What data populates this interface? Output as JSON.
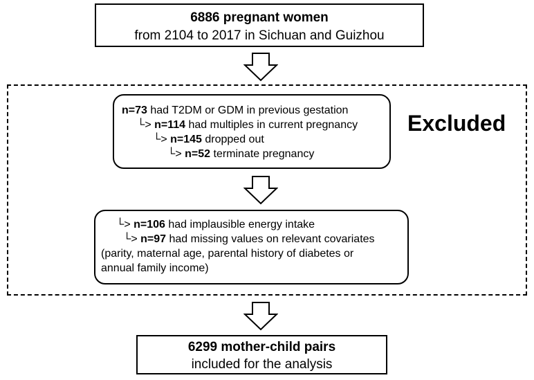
{
  "top": {
    "title": "6886 pregnant women",
    "subtitle": "from 2104 to 2017 in Sichuan and Guizhou"
  },
  "excluded_label": "Excluded",
  "exclusion_block_1": [
    {
      "prefix": "",
      "count": "n=73",
      "text": " had T2DM or GDM in previous gestation"
    },
    {
      "prefix": "└> ",
      "count": "n=114",
      "text": " had multiples in current pregnancy"
    },
    {
      "prefix": "└> ",
      "count": "n=145",
      "text": " dropped out"
    },
    {
      "prefix": "└> ",
      "count": "n=52",
      "text": " terminate pregnancy"
    }
  ],
  "exclusion_block_2": [
    {
      "prefix": "└> ",
      "count": "n=106",
      "text": " had implausible energy intake"
    },
    {
      "prefix": "└> ",
      "count": "n=97",
      "text": " had missing values on relevant covariates"
    },
    {
      "prefix": "",
      "count": "",
      "text": "(parity, maternal age, parental history of diabetes or"
    },
    {
      "prefix": "",
      "count": "",
      "text": "annual family income)"
    }
  ],
  "bottom": {
    "title": "6299 mother-child pairs",
    "subtitle": "included for the analysis"
  }
}
